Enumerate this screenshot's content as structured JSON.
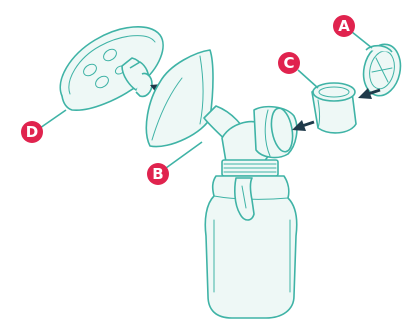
{
  "colors": {
    "line": "#3fb3a6",
    "fill": "#eef8f6",
    "badge": "#e0234e",
    "arrow": "#1f3a4a"
  },
  "labels": {
    "a": "A",
    "b": "B",
    "c": "C",
    "d": "D"
  }
}
